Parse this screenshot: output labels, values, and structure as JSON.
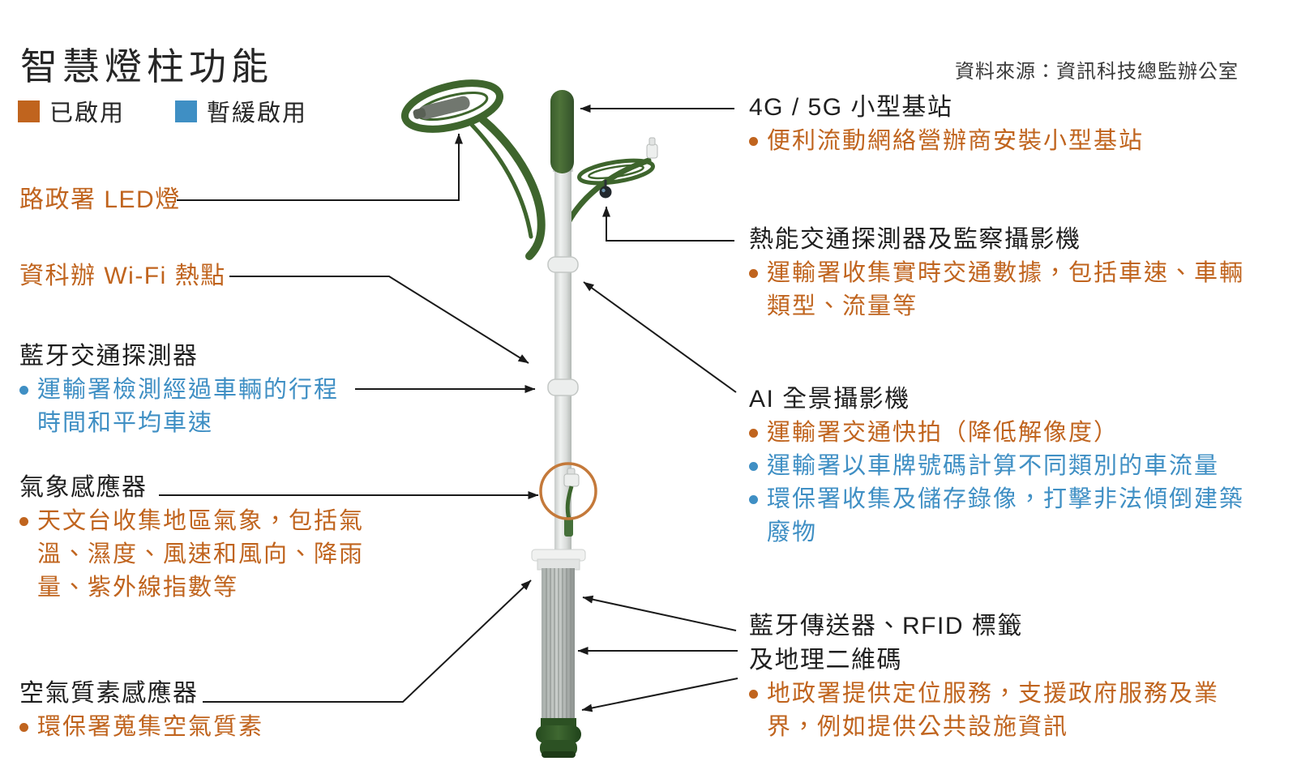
{
  "title": "智慧燈柱功能",
  "source": "資料來源：資訊科技總監辦公室",
  "legend": {
    "activated_label": "已啟用",
    "activated_color": "#c0641e",
    "suspended_label": "暫緩啟用",
    "suspended_color": "#3f8fc4"
  },
  "annotations": {
    "led": {
      "title": "路政署 LED燈",
      "status": "activated"
    },
    "wifi": {
      "title": "資科辦 Wi-Fi 熱點",
      "status": "activated"
    },
    "bluetooth_detector": {
      "title": "藍牙交通探測器",
      "bullets": [
        {
          "text": "運輸署檢測經過車輛的行程時間和平均車速",
          "status": "suspended"
        }
      ]
    },
    "weather_sensor": {
      "title": "氣象感應器",
      "bullets": [
        {
          "text": "天文台收集地區氣象，包括氣溫、濕度、風速和風向、降雨量、紫外線指數等",
          "status": "activated"
        }
      ]
    },
    "air_quality_sensor": {
      "title": "空氣質素感應器",
      "bullets": [
        {
          "text": "環保署蒐集空氣質素",
          "status": "activated"
        }
      ]
    },
    "small_cell": {
      "title": "4G / 5G 小型基站",
      "bullets": [
        {
          "text": "便利流動網絡營辦商安裝小型基站",
          "status": "activated"
        }
      ]
    },
    "thermal_detector": {
      "title": "熱能交通探測器及監察攝影機",
      "bullets": [
        {
          "text": "運輸署收集實時交通數據，包括車速、車輛類型、流量等",
          "status": "activated"
        }
      ]
    },
    "ai_camera": {
      "title": "AI 全景攝影機",
      "bullets": [
        {
          "text": "運輸署交通快拍（降低解像度）",
          "status": "activated"
        },
        {
          "text": "運輸署以車牌號碼計算不同類別的車流量",
          "status": "suspended"
        },
        {
          "text": "環保署收集及儲存錄像，打擊非法傾倒建築廢物",
          "status": "suspended"
        }
      ]
    },
    "rfid_geo": {
      "title_line1": "藍牙傳送器、RFID 標籤",
      "title_line2": "及地理二維碼",
      "bullets": [
        {
          "text": "地政署提供定位服務，支援政府服務及業界，例如提供公共設施資訊",
          "status": "activated"
        }
      ]
    }
  }
}
